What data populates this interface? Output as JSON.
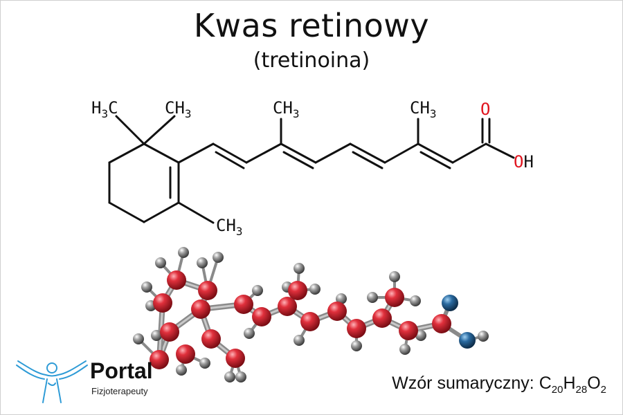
{
  "title": "Kwas retinowy",
  "subtitle": "(tretinoina)",
  "atoms": {
    "h3c": "H",
    "h3c_sub": "3",
    "h3c_c": "C",
    "ch3": "CH",
    "ch3_sub": "3",
    "oxygen": "O",
    "oh_o": "O",
    "oh_h": "H"
  },
  "formula": {
    "label": "Wzór sumaryczny: ",
    "c": "C",
    "c_n": "20",
    "h": "H",
    "h_n": "28",
    "o": "O",
    "o_n": "2"
  },
  "logo": {
    "name": "Portal",
    "tagline": "Fizjoterapeuty"
  },
  "colors": {
    "carbon": "#d62a36",
    "hydrogen": "#8a8a8a",
    "oxygen": "#1f5a8c",
    "heteroatom_text": "#e0141e",
    "logo_blue": "#2e9bd6"
  }
}
